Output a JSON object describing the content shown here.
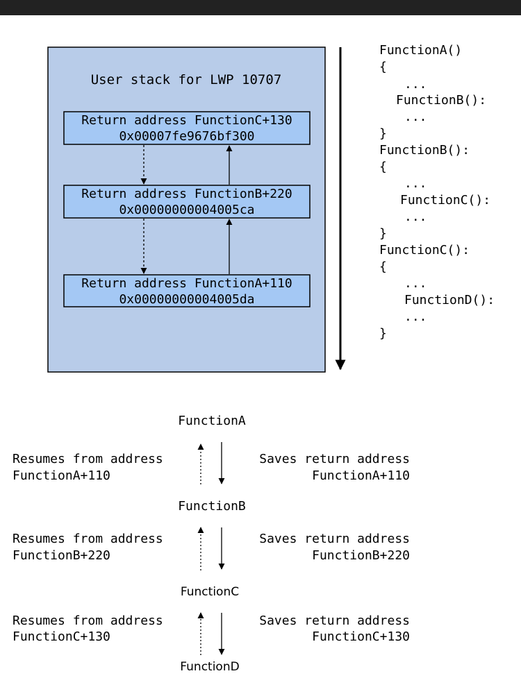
{
  "colors": {
    "header_bar": "#222222",
    "stack_panel": "#b8cce9",
    "frame_box": "#a4c8f4",
    "ink": "#000000"
  },
  "stack": {
    "title": "User stack for LWP 10707",
    "frames": [
      {
        "label": "Return address FunctionC+130",
        "address": "0x00007fe9676bf300"
      },
      {
        "label": "Return address FunctionB+220",
        "address": "0x00000000004005ca"
      },
      {
        "label": "Return address FunctionA+110",
        "address": "0x00000000004005da"
      }
    ]
  },
  "code_listing": [
    "FunctionA()",
    "{",
    "...",
    "FunctionB():",
    "...",
    "}",
    "FunctionB():",
    "{",
    "...",
    "FunctionC():",
    "...",
    "}",
    "FunctionC():",
    "{",
    "...",
    "FunctionD():",
    "...",
    "}"
  ],
  "call_flow": {
    "nodes": [
      "FunctionA",
      "FunctionB",
      "FunctionC",
      "FunctionD"
    ],
    "steps": [
      {
        "resume_label": "Resumes from address",
        "resume_address": "FunctionA+110",
        "save_label": "Saves return address",
        "save_address": "FunctionA+110"
      },
      {
        "resume_label": "Resumes from address",
        "resume_address": "FunctionB+220",
        "save_label": "Saves return address",
        "save_address": "FunctionB+220"
      },
      {
        "resume_label": "Resumes from address",
        "resume_address": "FunctionC+130",
        "save_label": "Saves return address",
        "save_address": "FunctionC+130"
      }
    ]
  }
}
